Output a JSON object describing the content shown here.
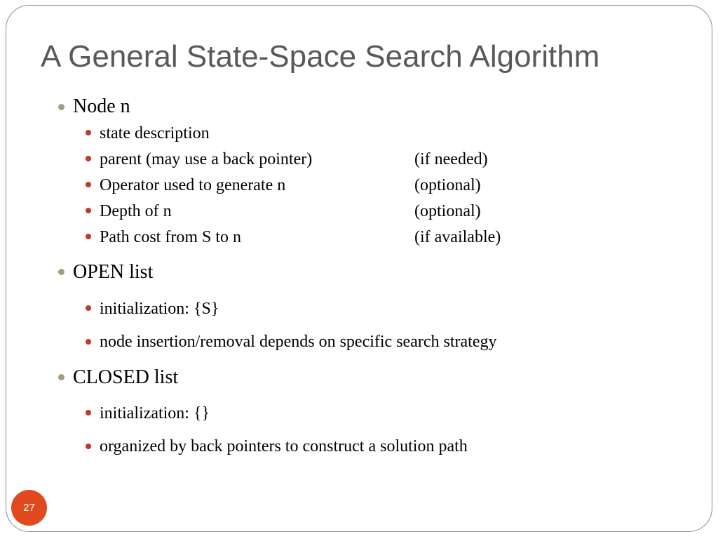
{
  "slide": {
    "title": "A General State-Space Search Algorithm",
    "page_number": "27",
    "colors": {
      "frame": "#8c8c8c",
      "title": "#595959",
      "level1_bullet": "#a69d7e",
      "level2_bullet": "#c0392b",
      "page_badge": "#e04a1e"
    }
  },
  "bullets": [
    {
      "text": "Node n",
      "children": [
        {
          "text": "state description",
          "note": ""
        },
        {
          "text": "parent (may use a back pointer)",
          "note": "(if needed)"
        },
        {
          "text": "Operator used to generate n",
          "note": "(optional)"
        },
        {
          "text": "Depth of n",
          "note": "(optional)"
        },
        {
          "text": "Path cost from S to n",
          "note": "(if available)"
        }
      ]
    },
    {
      "text": "OPEN list",
      "children": [
        {
          "text": "initialization: {S}",
          "note": ""
        },
        {
          "text": "node insertion/removal depends on specific search strategy",
          "note": ""
        }
      ]
    },
    {
      "text": "CLOSED list",
      "children": [
        {
          "text": "initialization: {}",
          "note": ""
        },
        {
          "text": "organized by back pointers to construct a solution path",
          "note": ""
        }
      ]
    }
  ]
}
